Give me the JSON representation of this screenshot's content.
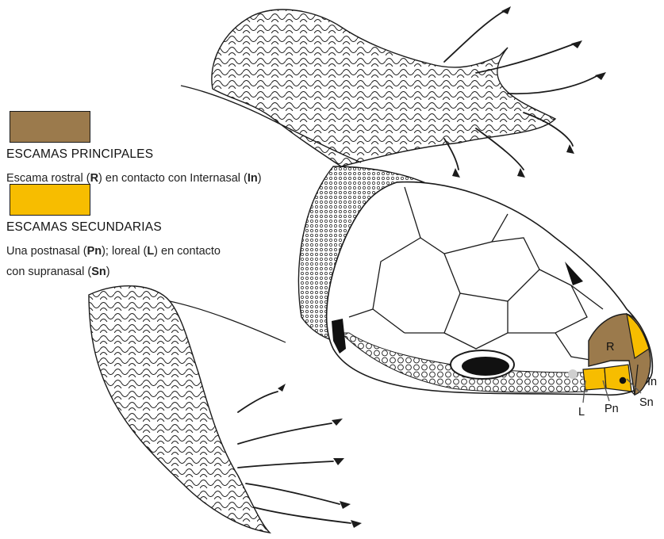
{
  "colors": {
    "primary_scale": "#9b7a4c",
    "secondary_scale": "#f7bd00",
    "ink": "#1b1b1b"
  },
  "legend": {
    "primary": {
      "title": "ESCAMAS PRINCIPALES",
      "desc_1": "Escama rostral (",
      "desc_code_r": "R",
      "desc_2": ") en contacto con Internasal (",
      "desc_code_in": "In",
      "desc_3": ")"
    },
    "secondary": {
      "title": "ESCAMAS SECUNDARIAS",
      "desc_1": "Una postnasal (",
      "desc_code_pn": "Pn",
      "desc_2": "); loreal (",
      "desc_code_l": "L",
      "desc_3": ") en contacto",
      "desc_4": "con supranasal (",
      "desc_code_sn": "Sn",
      "desc_5": ")"
    }
  },
  "labels": {
    "r": "R",
    "in": "In",
    "sn": "Sn",
    "pn": "Pn",
    "l": "L"
  }
}
